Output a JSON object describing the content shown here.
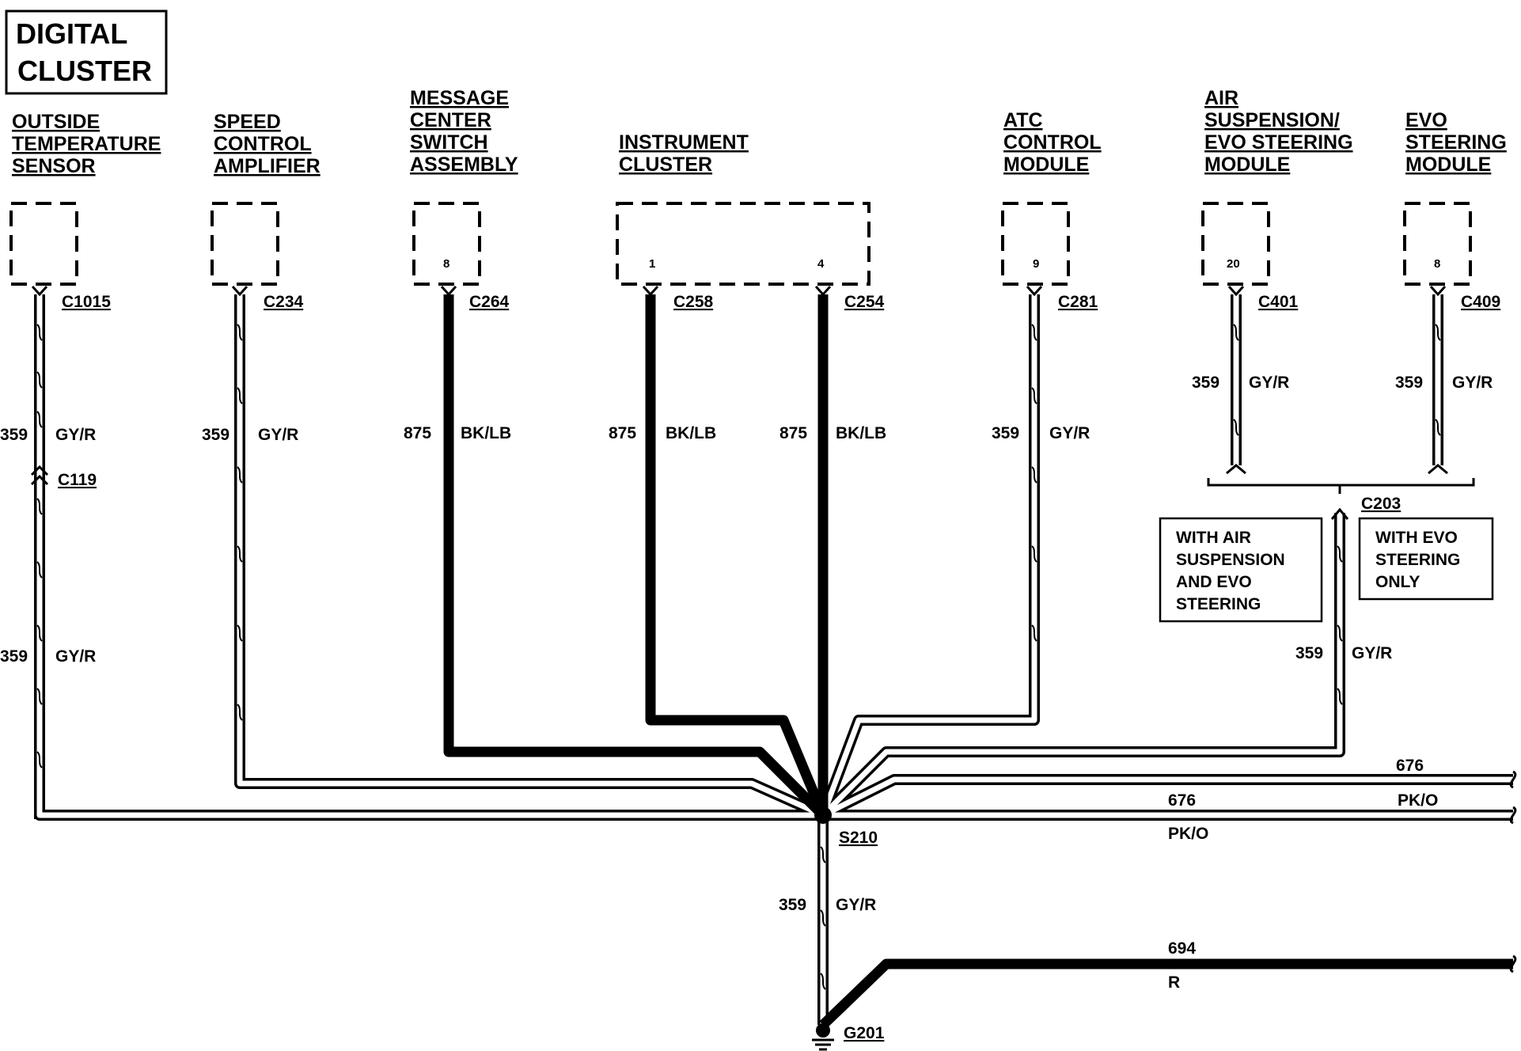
{
  "title": {
    "line1": "DIGITAL",
    "line2": "CLUSTER"
  },
  "components": {
    "ots": [
      "OUTSIDE",
      "TEMPERATURE",
      "SENSOR"
    ],
    "sca": [
      "SPEED",
      "CONTROL",
      "AMPLIFIER"
    ],
    "mcs": [
      "MESSAGE",
      "CENTER",
      "SWITCH",
      "ASSEMBLY"
    ],
    "ic": [
      "INSTRUMENT",
      "CLUSTER"
    ],
    "atc": [
      "ATC",
      "CONTROL",
      "MODULE"
    ],
    "air": [
      "AIR",
      "SUSPENSION/",
      "EVO STEERING",
      "MODULE"
    ],
    "evo": [
      "EVO",
      "STEERING",
      "MODULE"
    ]
  },
  "pins": {
    "mcs": "8",
    "ic_a": "1",
    "ic_b": "4",
    "atc": "9",
    "air": "20",
    "evo": "8"
  },
  "connectors": {
    "c1015": "C1015",
    "c234": "C234",
    "c264": "C264",
    "c258": "C258",
    "c254": "C254",
    "c281": "C281",
    "c401": "C401",
    "c409": "C409",
    "c119": "C119",
    "c203": "C203",
    "s210": "S210",
    "g201": "G201"
  },
  "wires": {
    "w359": "359",
    "gyr": "GY/R",
    "w875": "875",
    "bklb": "BK/LB",
    "w676": "676",
    "pko": "PK/O",
    "w694": "694",
    "r": "R"
  },
  "notes": {
    "air_evo": [
      "WITH AIR",
      "SUSPENSION",
      "AND EVO",
      "STEERING"
    ],
    "evo_only": [
      "WITH EVO",
      "STEERING",
      "ONLY"
    ]
  }
}
